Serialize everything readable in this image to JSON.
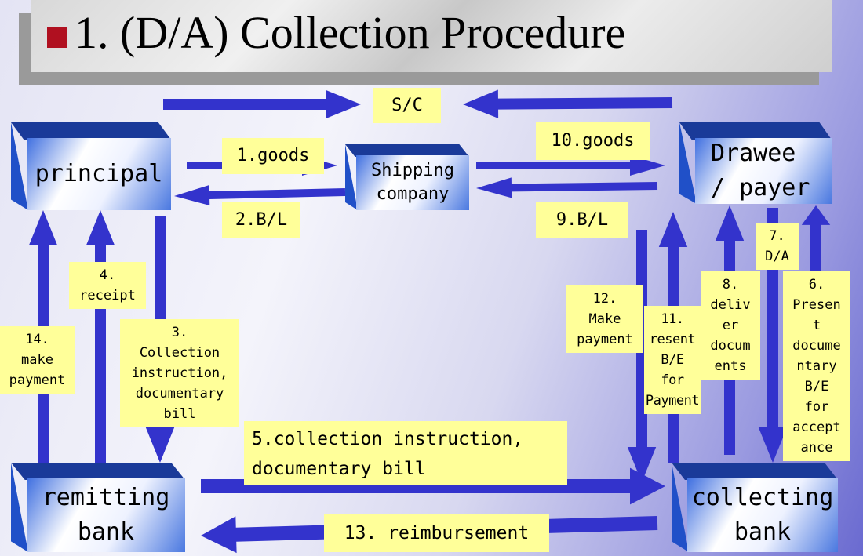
{
  "title": "1. (D/A) Collection Procedure",
  "colors": {
    "arrow": "#3333cc",
    "label_bg": "#ffff99",
    "bullet": "#b01020"
  },
  "parties": {
    "principal": "principal",
    "shipping": "Shipping\ncompany",
    "drawee": "Drawee\n / payer",
    "remitting": "remitting\nbank",
    "collecting": "collecting\nbank"
  },
  "labels": {
    "sc": "S/C",
    "s1": "1.goods",
    "s2": "2.B/L",
    "s10": "10.goods",
    "s9": "9.B/L",
    "s3": "3.\nCollection\ninstruction,\ndocumentary\nbill",
    "s4": "4.\nreceipt",
    "s14": "14.\nmake\npayment",
    "s5": "5.collection instruction,\n  documentary bill",
    "s13": "13. reimbursement",
    "s12": "12.\nMake\npayment",
    "s11": "11.\nresent\nB/E\nfor\nPayment",
    "s8": "8.\ndeliv\ner\ndocum\nents",
    "s7": "7.\nD/A",
    "s6": "6.\nPresen\nt\ndocume\nntary\nB/E\nfor\naccept\nance"
  }
}
